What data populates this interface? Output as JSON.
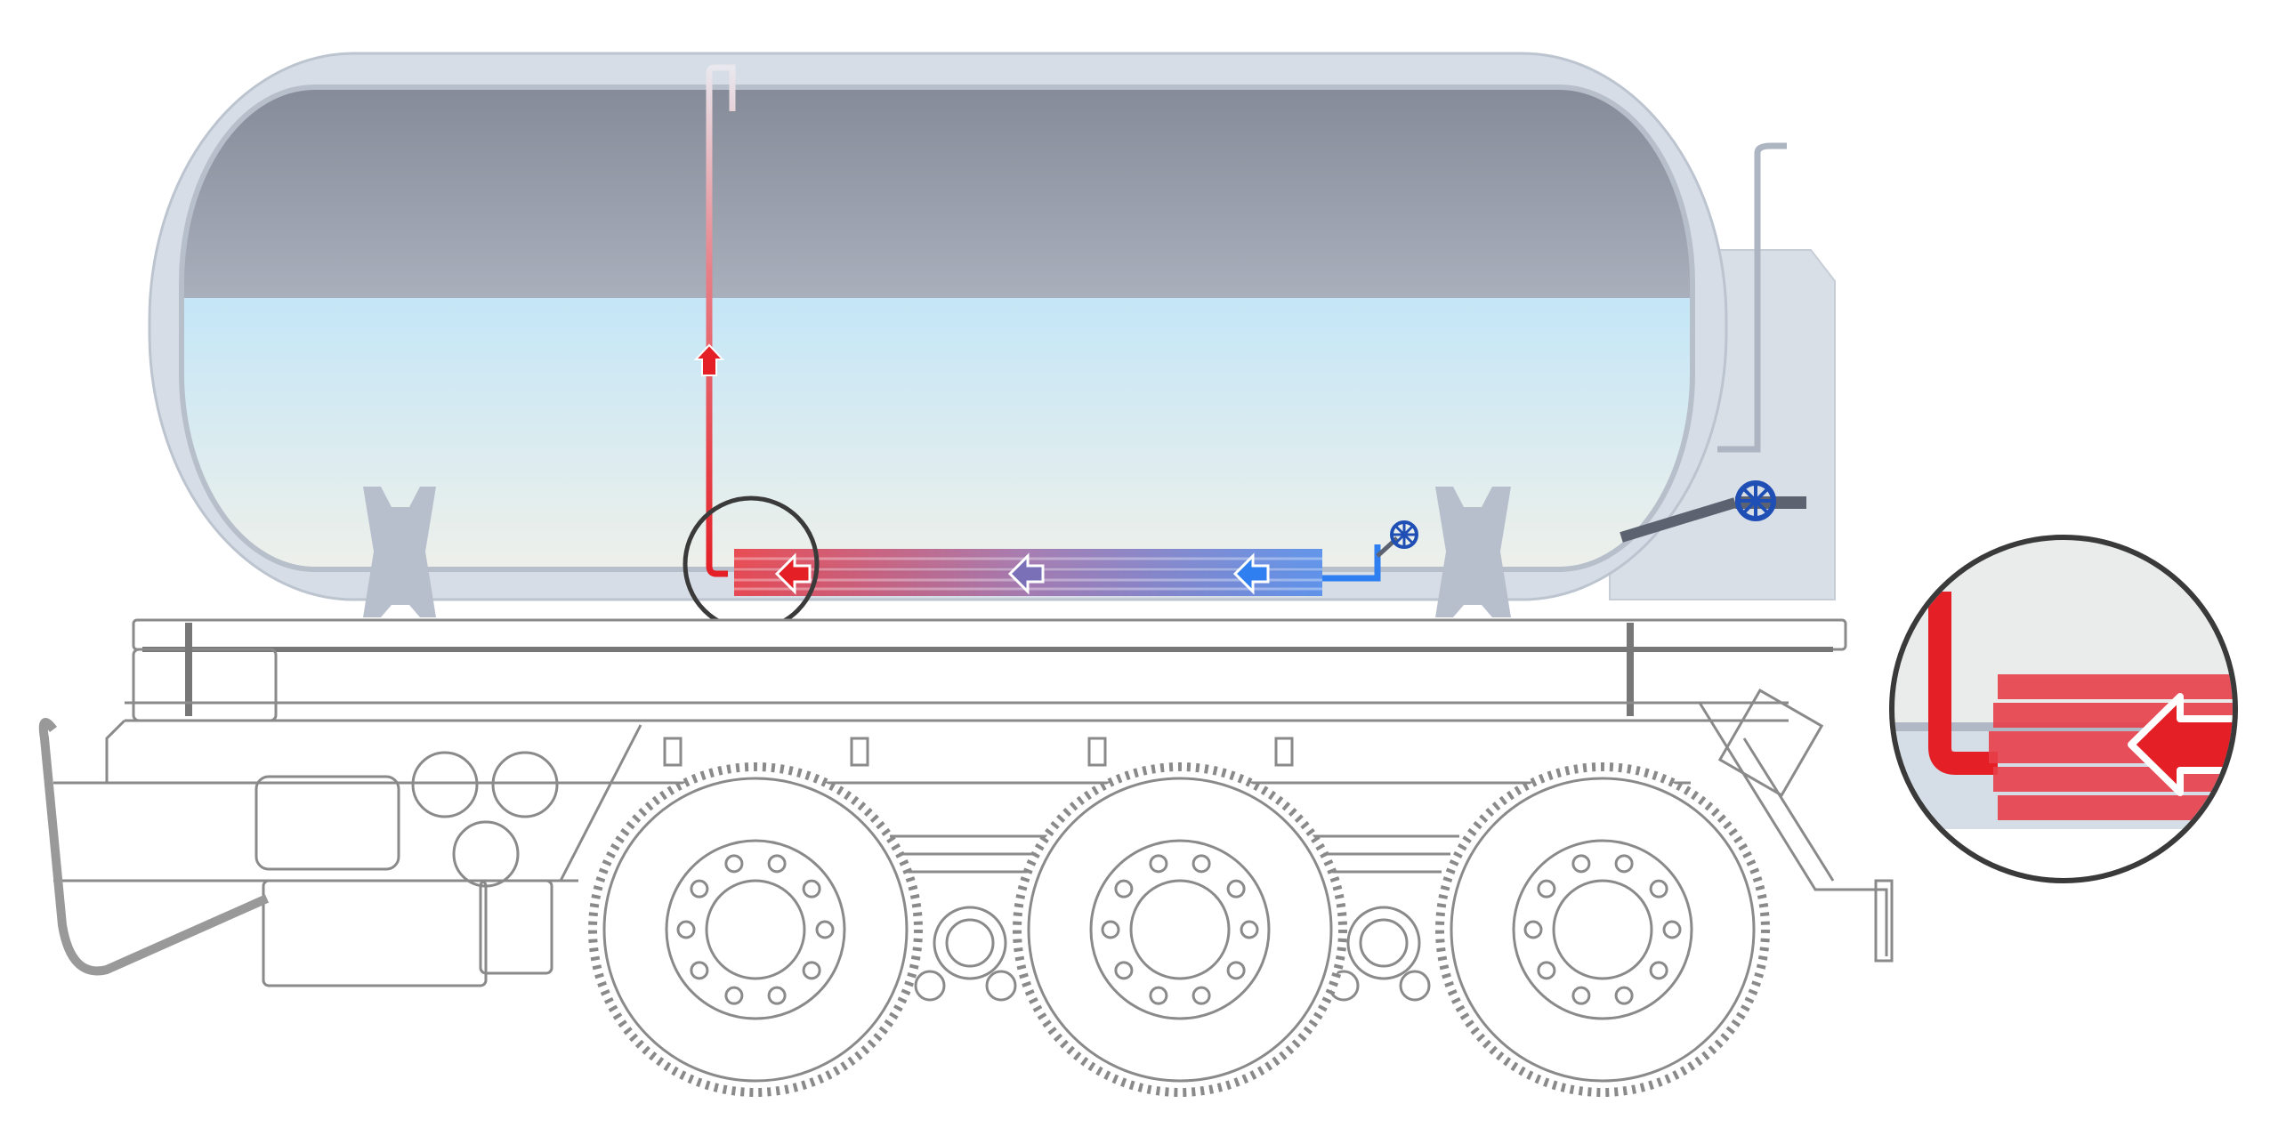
{
  "diagram": {
    "subject": "tanker-truck-heating-coil",
    "colors": {
      "hot": "#e41f26",
      "mid": "#7a70b8",
      "cold": "#2f7ff0",
      "valve": "#1f4fb5",
      "tank_shell": "#d6dde6",
      "vapor_top": "#858b98",
      "liquid": "#c7e6f6",
      "outline": "#7a7a7a",
      "callout": "#3a3a3a"
    },
    "flow_direction": "right-to-left",
    "callouts": 1
  }
}
